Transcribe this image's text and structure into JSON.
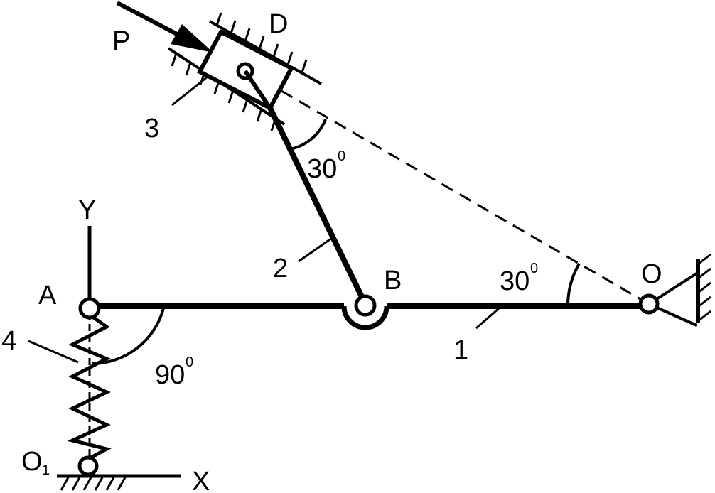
{
  "labels": {
    "force": "P",
    "slider_point": "D",
    "joint_a": "A",
    "joint_b": "B",
    "pivot_o": "O",
    "ground_o1": "O",
    "ground_o1_sub": "1",
    "axis_x": "X",
    "axis_y": "Y",
    "member_1": "1",
    "member_2": "2",
    "member_3": "3",
    "member_4": "4"
  },
  "angles": {
    "top": {
      "value": "30",
      "unit": "0"
    },
    "right": {
      "value": "30",
      "unit": "0"
    },
    "left": {
      "value": "90",
      "unit": "0"
    }
  },
  "colors": {
    "ink": "#000000",
    "paper": "#ffffff"
  }
}
